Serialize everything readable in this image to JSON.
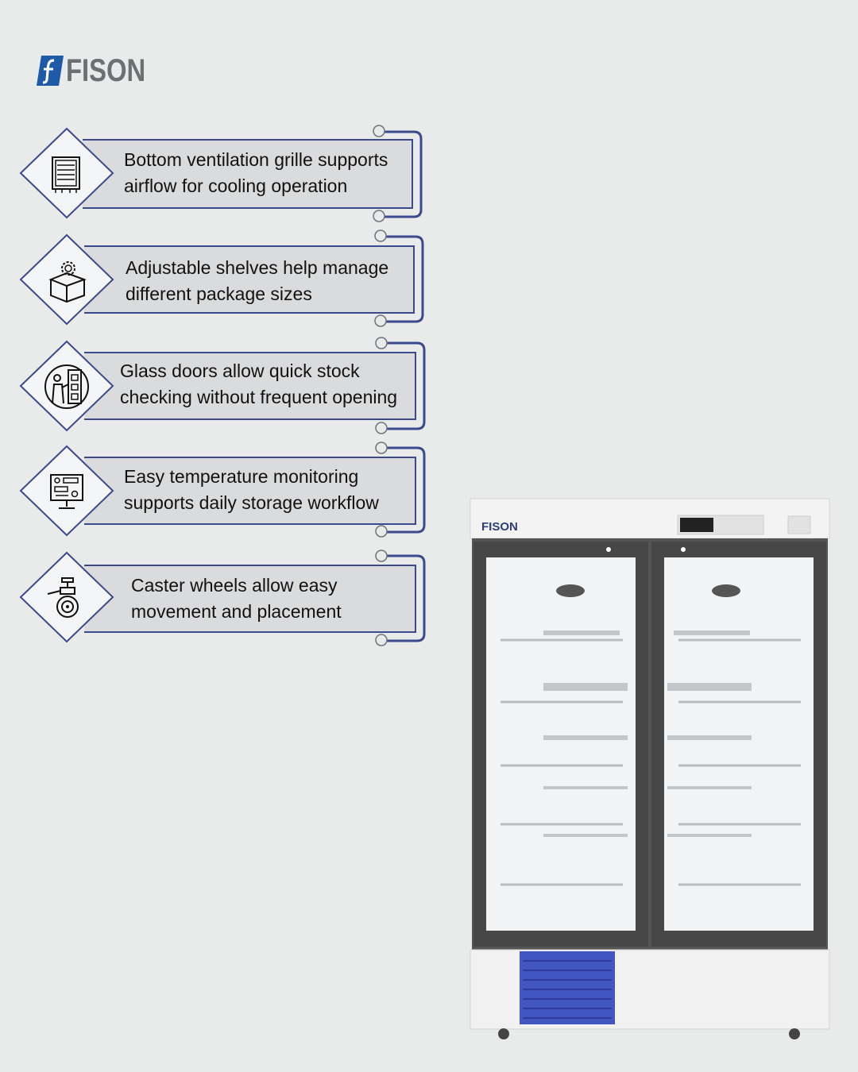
{
  "brand": {
    "name": "FISON",
    "mark_color": "#1f5aa8",
    "text_color": "#6c6f74"
  },
  "colors": {
    "frame": "#3b4a8c",
    "panel": "#dadbdd",
    "accent_blue": "#3f4fb5"
  },
  "features": [
    {
      "icon": "ventilation-grille-icon",
      "line1": "Bottom ventilation grille supports",
      "line2": "airflow for cooling operation"
    },
    {
      "icon": "box-gear-icon",
      "line1": "Adjustable shelves help manage",
      "line2": "different package sizes"
    },
    {
      "icon": "worker-shelves-icon",
      "line1": "Glass doors allow quick stock",
      "line2": "checking without frequent opening"
    },
    {
      "icon": "monitor-workflow-icon",
      "line1": "Easy temperature monitoring",
      "line2": "supports daily storage workflow"
    },
    {
      "icon": "caster-wheel-icon",
      "line1": "Caster wheels allow easy",
      "line2": "movement and placement"
    }
  ],
  "product": {
    "brand_label": "FISON"
  }
}
